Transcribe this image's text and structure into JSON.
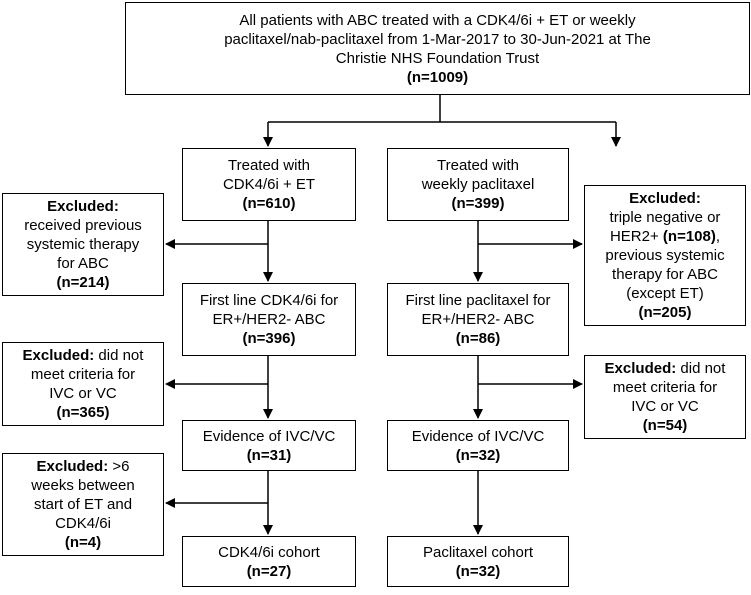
{
  "top": {
    "text": "All patients with ABC treated with a CDK4/6i + ET or weekly\npaclitaxel/nab-paclitaxel from 1-Mar-2017 to 30-Jun-2021 at The\nChristie NHS Foundation Trust",
    "n": "(n=1009)"
  },
  "left_column": [
    {
      "text": "Treated with\nCDK4/6i + ET",
      "n": "(n=610)"
    },
    {
      "text": "First line CDK4/6i for\nER+/HER2- ABC",
      "n": "(n=396)"
    },
    {
      "text": "Evidence of IVC/VC",
      "n": "(n=31)"
    },
    {
      "text": "CDK4/6i cohort",
      "n": "(n=27)"
    }
  ],
  "right_column": [
    {
      "text": "Treated with\nweekly paclitaxel",
      "n": "(n=399)"
    },
    {
      "text": "First line paclitaxel for\nER+/HER2- ABC",
      "n": "(n=86)"
    },
    {
      "text": "Evidence of IVC/VC",
      "n": "(n=32)"
    },
    {
      "text": "Paclitaxel cohort",
      "n": "(n=32)"
    }
  ],
  "exclusions_left": [
    {
      "label": "Excluded:",
      "text": "received previous\nsystemic therapy\nfor ABC",
      "n": "(n=214)"
    },
    {
      "label": "Excluded:",
      "text": " did not\nmeet criteria for\nIVC or VC",
      "n": "(n=365)"
    },
    {
      "label": "Excluded:",
      "text": " >6\nweeks between\nstart of ET and\nCDK4/6i",
      "n": "(n=4)"
    }
  ],
  "exclusions_right": [
    {
      "label": "Excluded:",
      "text_a": "triple negative or\nHER2+ ",
      "n_inline": "(n=108)",
      "text_b": ",\nprevious systemic\ntherapy for ABC\n(except ET)",
      "n": "(n=205)"
    },
    {
      "label": "Excluded:",
      "text": " did not\nmeet criteria for\nIVC or VC",
      "n": "(n=54)"
    }
  ]
}
